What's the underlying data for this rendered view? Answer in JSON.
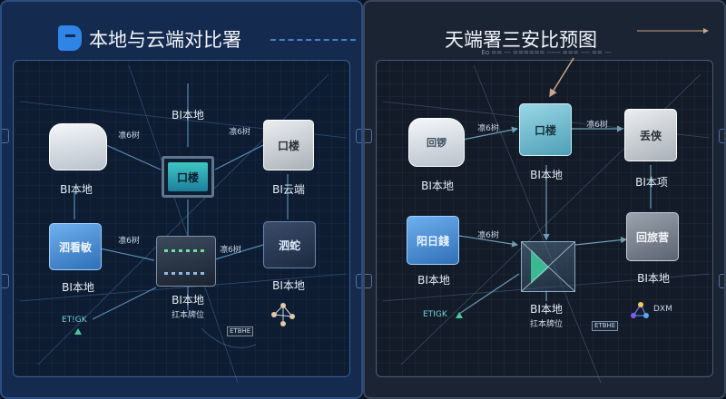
{
  "colors": {
    "left_panel_bg": "#142a4e",
    "right_panel_bg": "#1b2433",
    "edge_line": "#5fa2c7",
    "edge_arrow": "#c9a48a",
    "accent_blue": "#2f84e6",
    "accent_teal": "#48c7a3"
  },
  "left": {
    "title": "本地与云端对比署",
    "logo_icon": "bracket-b-icon",
    "nodes": {
      "cloud": {
        "label": "BI本地"
      },
      "monitor": {
        "label": "BI本地",
        "text": "口楼"
      },
      "server_grey": {
        "label": "BI云端",
        "text": "口楼"
      },
      "cube_blue": {
        "label": "BI本地",
        "text": "泗看敏"
      },
      "server_black": {
        "label": "BI本地",
        "sub": "扛本牌位"
      },
      "cube_navy": {
        "label": "BI本地",
        "text": "泗蛇"
      }
    },
    "edge_labels": [
      "凛6树",
      "凛6树",
      "凛6树",
      "凛6树"
    ],
    "legend": {
      "text": "ET!GK",
      "icon": "triangle-icon"
    },
    "badge": "ETBHE",
    "network_icon": "network-graph-icon"
  },
  "right": {
    "title": "天端署三安比预图",
    "subtitle": "Eo ==  ---  ====== ------  === ---- ==  ---",
    "nodes": {
      "cloud": {
        "label": "BI本地",
        "text": "回锣"
      },
      "server_blue": {
        "label": "BI本地",
        "text": "口楼"
      },
      "server_grey": {
        "label": "BI本项",
        "text": "丢侠"
      },
      "cube_blue": {
        "label": "BI本地",
        "text": "阳日錢"
      },
      "glass": {
        "label": "BI本地",
        "sub": "扛本牌位"
      },
      "cube_dark": {
        "label": "BI本地",
        "text": "回旅营"
      }
    },
    "edge_labels": [
      "凛6树",
      "凛6树",
      "凛6树"
    ],
    "legend": {
      "text": "ETIGK",
      "icon": "triangle-icon"
    },
    "badge": "ETBHE",
    "dxm": "DXM",
    "network_icon": "network-graph-icon"
  }
}
